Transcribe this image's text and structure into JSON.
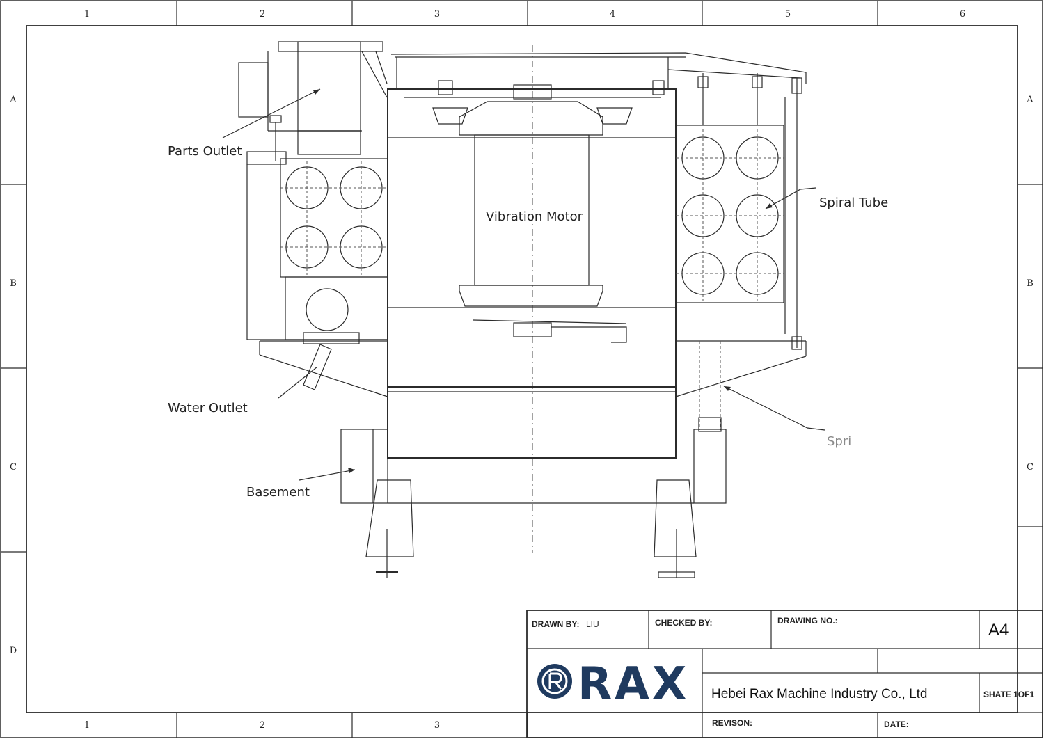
{
  "frame": {
    "columns": [
      "1",
      "2",
      "3",
      "4",
      "5",
      "6"
    ],
    "bottom_columns": [
      "1",
      "2",
      "3"
    ],
    "rows": [
      "A",
      "B",
      "C",
      "D"
    ]
  },
  "labels": {
    "parts_outlet": "Parts Outlet",
    "spiral_tube": "Spiral Tube",
    "vibration_motor": "Vibration Motor",
    "water_outlet": "Water Outlet",
    "spring": "Spri",
    "basement": "Basement"
  },
  "title_block": {
    "drawn_by_label": "DRAWN BY:",
    "drawn_by_value": "LIU",
    "checked_by_label": "CHECKED BY:",
    "checked_by_value": "",
    "drawing_no_label": "DRAWING NO.:",
    "drawing_no_value": "",
    "sheet_size": "A4",
    "logo_text": "RAX",
    "company": "Hebei Rax Machine Industry Co., Ltd",
    "sheet": "SHATE 1OF1",
    "revision_label": "REVISON:",
    "date_label": "DATE:"
  },
  "colors": {
    "line": "#2b2b2b",
    "logo_blue": "#1f3a5f",
    "background": "#ffffff"
  }
}
